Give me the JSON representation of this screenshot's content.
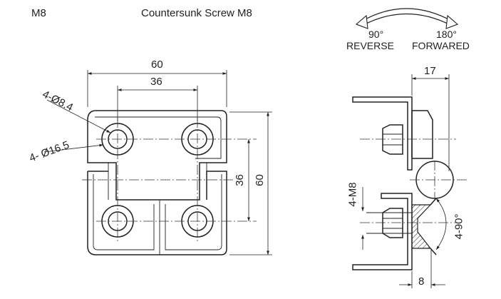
{
  "header": {
    "thread": "M8",
    "screw_type": "Countersunk Screw M8"
  },
  "rotation": {
    "reverse_angle": "90°",
    "reverse_label": "REVERSE",
    "forward_angle": "180°",
    "forward_label": "FORWARED"
  },
  "front_view": {
    "width_outer": "60",
    "width_inner": "36",
    "height_inner": "36",
    "height_outer": "60",
    "hole_small": "4-Ø8.4",
    "hole_large": "4- Ø16.5"
  },
  "side_view": {
    "offset_top": "17",
    "thread_label": "4-M8",
    "angle_label": "4-90°",
    "offset_bottom": "8"
  }
}
